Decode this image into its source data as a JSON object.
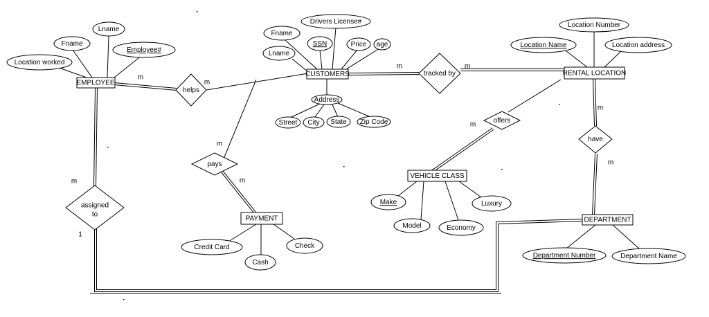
{
  "entities": {
    "employee": "EMPLOYEE",
    "customers": "CUSTOMERS",
    "rental_location": "RENTAL LOCATION",
    "vehicle_class": "VEHICLE CLASS",
    "payment": "PAYMENT",
    "department": "DEPARTMENT"
  },
  "relationships": {
    "helps": "helps",
    "tracked_by": "tracked by",
    "offers": "offers",
    "have": "have",
    "pays": "pays",
    "assigned_to_line1": "assigned",
    "assigned_to_line2": "to"
  },
  "attributes": {
    "employee_lname": "Lname",
    "employee_fname": "Fname",
    "employee_id": "Employee#",
    "employee_location_worked": "Location worked",
    "customer_fname": "Fname",
    "customer_drivers_license": "Drivers License#",
    "customer_ssn": "SSN",
    "customer_price": "Price",
    "customer_age": "age",
    "customer_lname": "Lname",
    "customer_address": "Address",
    "address_street": "Street",
    "address_city": "City",
    "address_state": "State",
    "address_zip": "Zip Code",
    "location_number": "Location Number",
    "location_name": "Location Name",
    "location_address": "Location address",
    "vehicle_make": "Make",
    "vehicle_model": "Model",
    "vehicle_economy": "Economy",
    "vehicle_luxury": "Luxury",
    "payment_credit_card": "Credit Card",
    "payment_cash": "Cash",
    "payment_check": "Check",
    "department_number": "Department Number",
    "department_name": "Department Name"
  },
  "cardinalities": {
    "employee_helps": "m",
    "helps_customers": "m",
    "customers_tracked": "m",
    "tracked_location": "m",
    "offers_vehicle": "m",
    "location_have": "m",
    "have_department": "m",
    "customers_pays": "m",
    "pays_payment": "m",
    "employee_assigned": "m",
    "assigned_department": "1"
  }
}
